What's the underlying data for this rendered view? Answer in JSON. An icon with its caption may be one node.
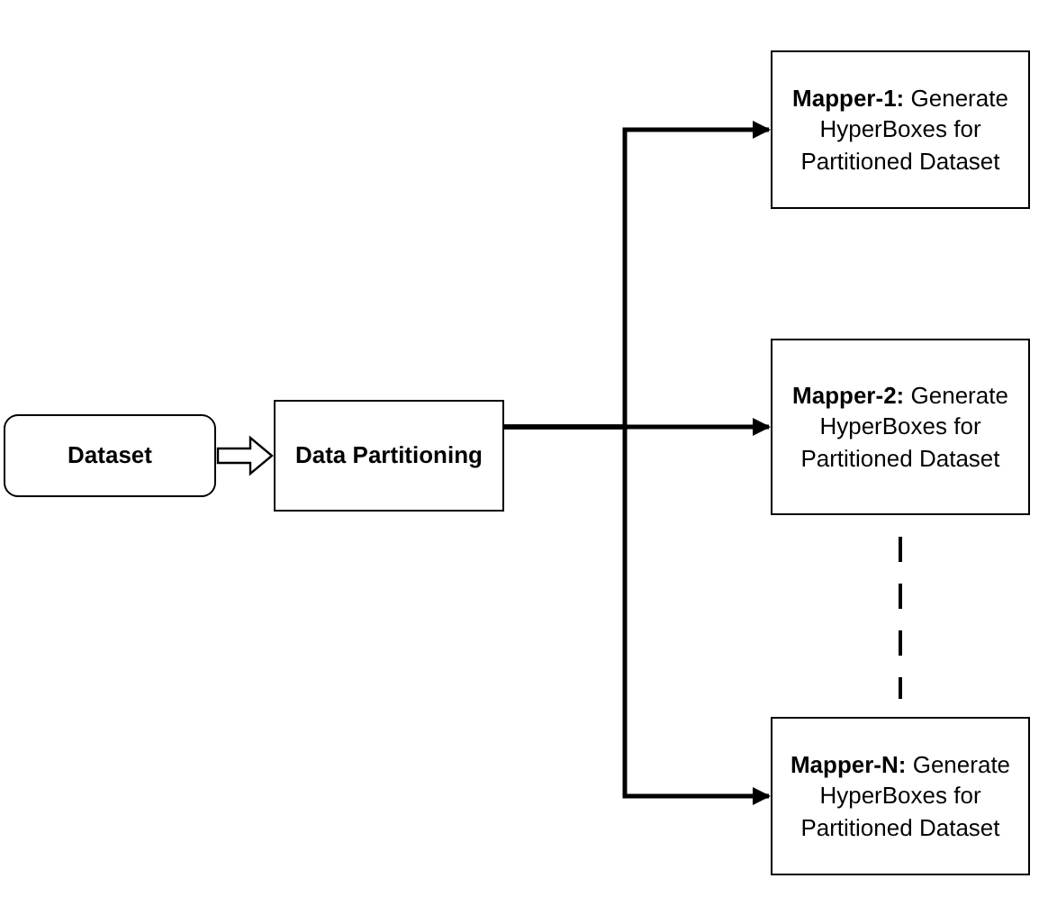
{
  "diagram": {
    "nodes": [
      {
        "text": [
          "Dataset"
        ]
      },
      {
        "text": [
          "Data Partitioning"
        ]
      },
      {
        "text": [
          "**Mapper-1:** Generate HyperBoxes for Partitioned Dataset"
        ]
      },
      {
        "text": [
          "**Mapper-2:** Generate HyperBoxes for Partitioned Dataset"
        ]
      },
      {
        "text": [
          "**Mapper-N:** Generate HyperBoxes for Partitioned Dataset"
        ]
      }
    ],
    "edges": [
      {
        "from": 0,
        "to": 1,
        "arrow": "to",
        "style": "thick"
      },
      {
        "from": 1,
        "to": 2,
        "arrow": "to"
      },
      {
        "from": 1,
        "to": 3,
        "arrow": "to"
      },
      {
        "from": 1,
        "to": 4,
        "arrow": "to"
      }
    ]
  }
}
